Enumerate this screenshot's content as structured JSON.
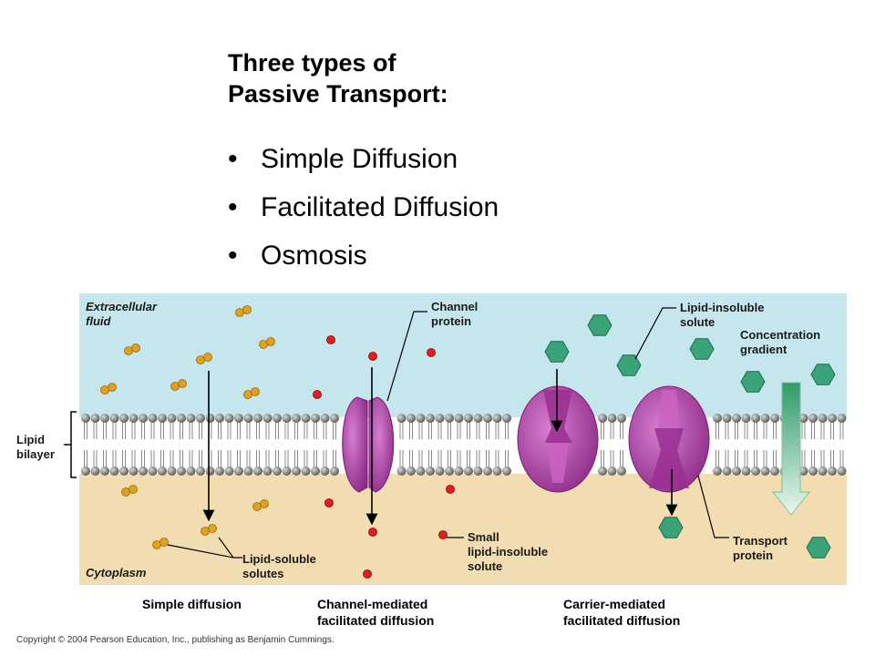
{
  "title_line1": "Three types of",
  "title_line2": "Passive Transport:",
  "bullets": [
    "Simple Diffusion",
    "Facilitated Diffusion",
    "Osmosis"
  ],
  "bullet_char": "•",
  "figure": {
    "labels": {
      "extracellular_1": "Extracellular",
      "extracellular_2": "fluid",
      "cytoplasm": "Cytoplasm",
      "lipid_1": "Lipid",
      "lipid_2": "bilayer",
      "channel_1": "Channel",
      "channel_2": "protein",
      "insoluble_1": "Lipid-insoluble",
      "insoluble_2": "solute",
      "gradient_1": "Concentration",
      "gradient_2": "gradient",
      "soluble_1": "Lipid-soluble",
      "soluble_2": "solutes",
      "small_1": "Small",
      "small_2": "lipid-insoluble",
      "small_3": "solute",
      "transport_1": "Transport",
      "transport_2": "protein"
    },
    "captions": {
      "simple": "Simple diffusion",
      "channel_1": "Channel-mediated",
      "channel_2": "facilitated diffusion",
      "carrier_1": "Carrier-mediated",
      "carrier_2": "facilitated diffusion"
    },
    "colors": {
      "extracellular": "#c6e6ee",
      "cytoplasm": "#f2dcb1",
      "protein": "#b03fa8",
      "solute_small": "#e02020",
      "solute_lipid": "#e0a020",
      "solute_hex": "#3aa37a",
      "gradient": "#5dbb8c"
    }
  },
  "copyright": "Copyright © 2004 Pearson Education, Inc., publishing as Benjamin Cummings."
}
